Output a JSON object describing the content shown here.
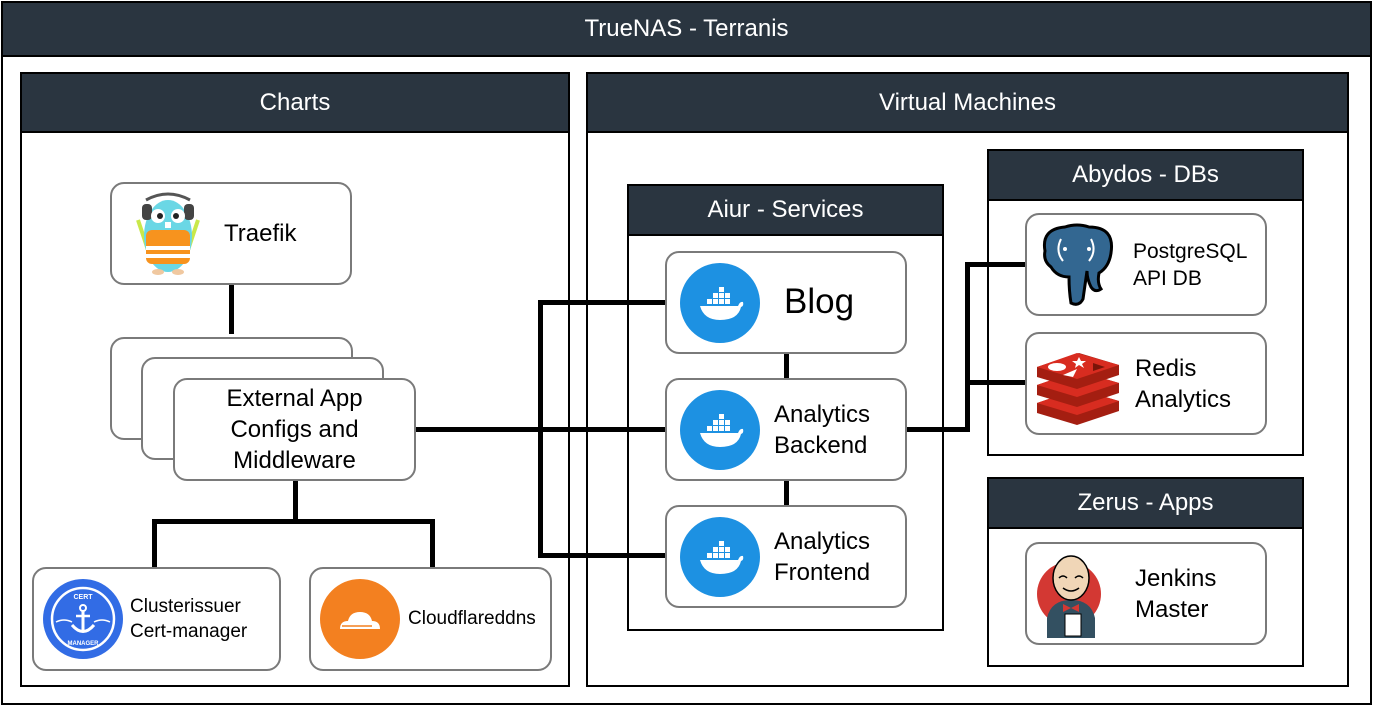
{
  "diagram": {
    "title": "TrueNAS - Terranis",
    "groups": {
      "charts": {
        "title": "Charts"
      },
      "virtual_machines": {
        "title": "Virtual Machines"
      },
      "aiur": {
        "title": "Aiur - Services"
      },
      "abydos": {
        "title": "Abydos - DBs"
      },
      "zerus": {
        "title": "Zerus - Apps"
      }
    },
    "nodes": {
      "traefik": {
        "label": "Traefik",
        "icon": "gopher-traefik-icon"
      },
      "external": {
        "label_lines": [
          "External App",
          "Configs and",
          "Middleware"
        ]
      },
      "certmanager": {
        "label_lines": [
          "Clusterissuer",
          "Cert-manager"
        ],
        "icon": "cert-manager-icon",
        "badge_top": "CERT",
        "badge_bottom": "MANAGER"
      },
      "cloudflare": {
        "label": "Cloudflareddns",
        "icon": "cloudflare-icon"
      },
      "blog": {
        "label": "Blog",
        "icon": "docker-icon"
      },
      "backend": {
        "label_lines": [
          "Analytics",
          "Backend"
        ],
        "icon": "docker-icon"
      },
      "frontend": {
        "label_lines": [
          "Analytics",
          "Frontend"
        ],
        "icon": "docker-icon"
      },
      "postgres": {
        "label_lines": [
          "PostgreSQL",
          "API DB"
        ],
        "icon": "postgresql-icon"
      },
      "redis": {
        "label_lines": [
          "Redis",
          "Analytics"
        ],
        "icon": "redis-icon"
      },
      "jenkins": {
        "label_lines": [
          "Jenkins",
          "Master"
        ],
        "icon": "jenkins-icon"
      }
    },
    "connections": [
      [
        "traefik",
        "external"
      ],
      [
        "external",
        "certmanager"
      ],
      [
        "external",
        "cloudflare"
      ],
      [
        "external",
        "backend"
      ],
      [
        "external",
        "blog"
      ],
      [
        "external",
        "frontend"
      ],
      [
        "blog",
        "backend"
      ],
      [
        "backend",
        "frontend"
      ],
      [
        "backend",
        "postgres"
      ],
      [
        "backend",
        "redis"
      ]
    ],
    "colors": {
      "header": "#2a3540",
      "docker": "#1d91e2",
      "cloudflare": "#f38020",
      "cert_manager": "#326ce5",
      "postgres": "#336791",
      "redis": "#d82c20"
    }
  }
}
